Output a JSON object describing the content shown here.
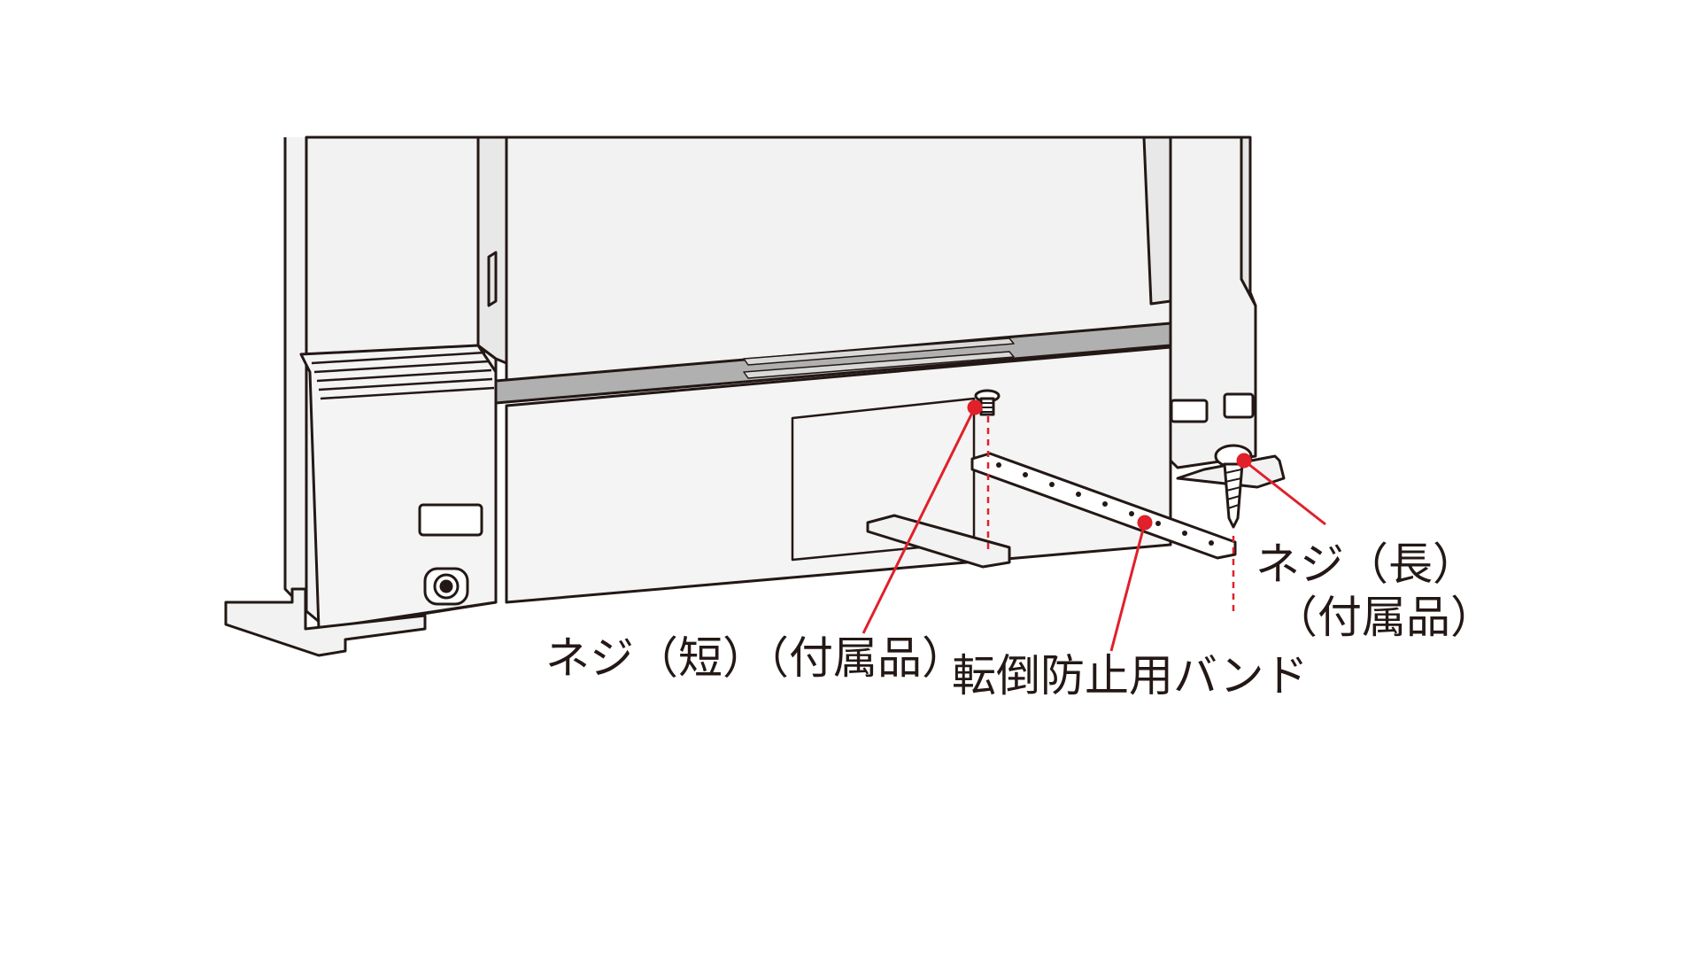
{
  "labels": {
    "screw_short": "ネジ（短）（付属品）",
    "screw_long_line1": "ネジ（長）",
    "screw_long_line2": "（付属品）",
    "band": "転倒防止用バンド"
  },
  "colors": {
    "callout": "#e0202a",
    "outline": "#231815",
    "panel": "#f2f2f2",
    "panel_shade": "#d9d9d9",
    "trim": "#b0b0b0"
  },
  "icons": {
    "short_screw": "screw-short-icon",
    "long_screw": "screw-long-icon",
    "band": "anti-tip-band-icon"
  }
}
